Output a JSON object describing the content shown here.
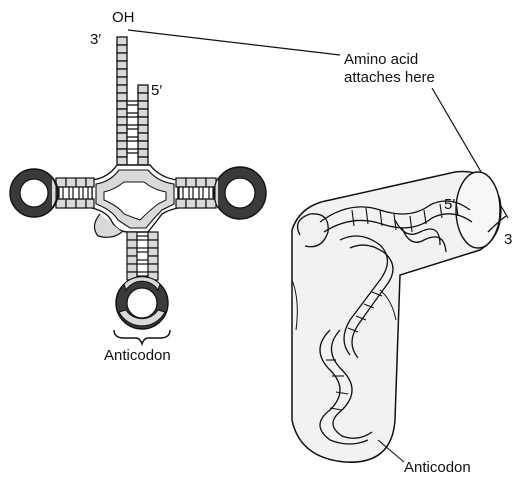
{
  "labels": {
    "oh": "OH",
    "three_prime_left": "3′",
    "five_prime_left": "5′",
    "amino_acid_line1": "Amino acid",
    "amino_acid_line2": "attaches here",
    "anticodon_left": "Anticodon",
    "five_prime_right": "5′",
    "three_prime_right": "3",
    "anticodon_right": "Anticodon"
  },
  "colors": {
    "ink": "#111111",
    "stem_fill": "#d9d9d9",
    "loop_fill": "#3a3a3a",
    "tube_fill": "#f2f2f2",
    "ribbon_fill": "#e4e4e4"
  }
}
